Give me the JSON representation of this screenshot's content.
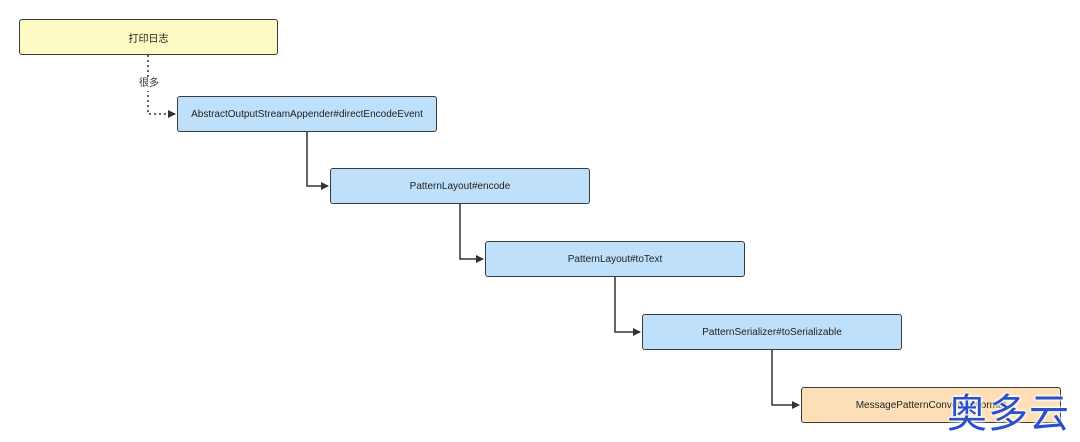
{
  "nodes": [
    {
      "label": "打印日志"
    },
    {
      "label": "AbstractOutputStreamAppender#directEncodeEvent"
    },
    {
      "label": "PatternLayout#encode"
    },
    {
      "label": "PatternLayout#toText"
    },
    {
      "label": "PatternSerializer#toSerializable"
    },
    {
      "label": "MessagePatternConverter#format"
    }
  ],
  "edges": [
    {
      "from": 0,
      "to": 1,
      "label": "很多",
      "style": "dotted"
    },
    {
      "from": 1,
      "to": 2,
      "style": "solid"
    },
    {
      "from": 2,
      "to": 3,
      "style": "solid"
    },
    {
      "from": 3,
      "to": 4,
      "style": "solid"
    },
    {
      "from": 4,
      "to": 5,
      "style": "solid"
    }
  ],
  "watermark": "奥多云",
  "colors": {
    "start_fill": "#fdfbc4",
    "step_fill": "#bfe0fb",
    "end_fill": "#fcdfb6",
    "line": "#333333",
    "watermark": "#2b50c8"
  }
}
